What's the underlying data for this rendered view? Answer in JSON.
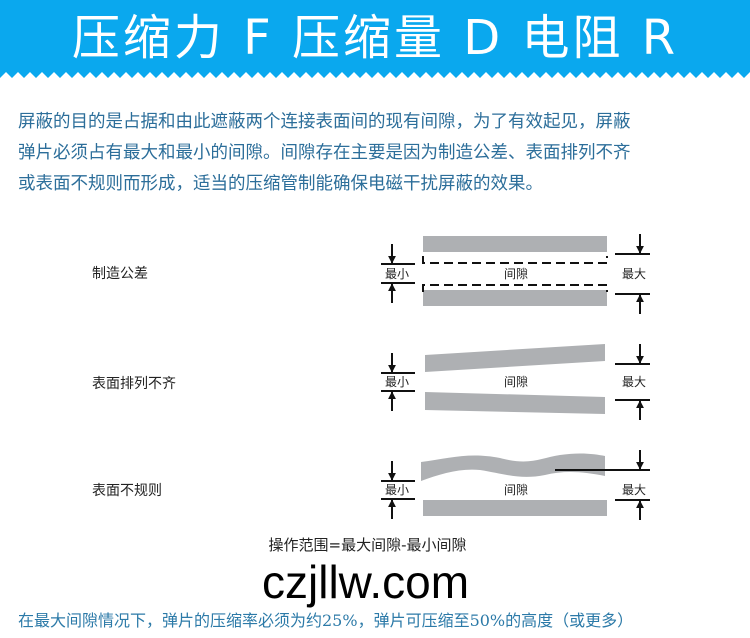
{
  "header": {
    "title": "压缩力 F 压缩量 D 电阻 R",
    "color": "#0aa8ee"
  },
  "intro": [
    "屏蔽的目的是占据和由此遮蔽两个连接表面间的现有间隙，为了有效起见，屏蔽",
    "弹片必须占有最大和最小的间隙。间隙存在主要是因为制造公差、表面排列不齐",
    "或表面不规则而形成，适当的压缩管制能确保电磁干扰屏蔽的效果。"
  ],
  "rows": [
    {
      "label": "制造公差",
      "min": "最小",
      "gap": "间隙",
      "max": "最大"
    },
    {
      "label": "表面排列不齐",
      "min": "最小",
      "gap": "间隙",
      "max": "最大"
    },
    {
      "label": "表面不规则",
      "min": "最小",
      "gap": "间隙",
      "max": "最大"
    }
  ],
  "formula": "操作范围=最大间隙-最小间隙",
  "watermark": "czjllw.com",
  "footer": "在最大间隙情况下，弹片的压缩率必须为约25%，弹片可压缩至50%的高度（或更多）"
}
